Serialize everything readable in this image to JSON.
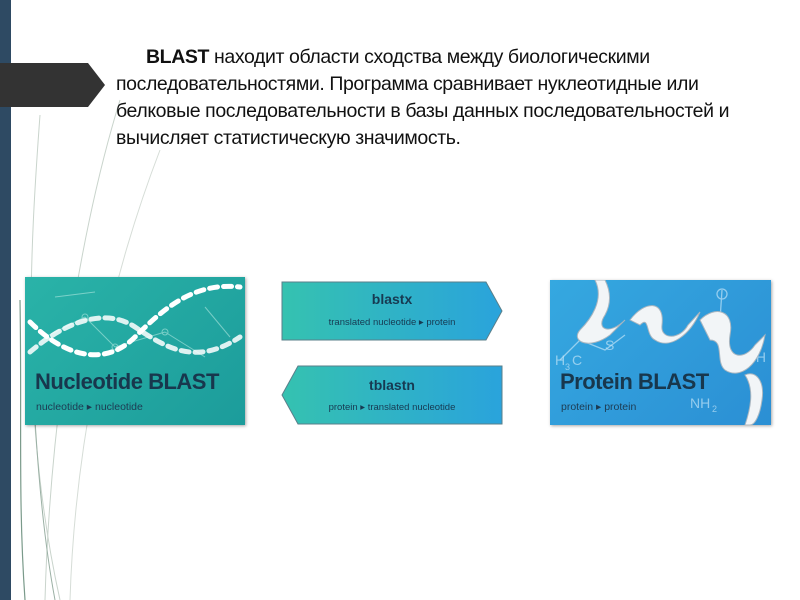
{
  "paragraph": {
    "bold": "BLAST",
    "text": " находит области сходства между биологическими последовательностями. Программа сравнивает нуклеотидные или белковые последовательности в базы данных последовательностей и вычисляет статистическую значимость."
  },
  "nucleotide_card": {
    "title": "Nucleotide BLAST",
    "subtitle": "nucleotide ▸ nucleotide"
  },
  "blastx": {
    "title": "blastx",
    "subtitle": "translated nucleotide ▸ protein"
  },
  "tblastn": {
    "title": "tblastn",
    "subtitle": "protein ▸ translated nucleotide"
  },
  "protein_card": {
    "title": "Protein BLAST",
    "subtitle": "protein ▸ protein"
  },
  "colors": {
    "sidebar": "#2e4a63",
    "tab": "#333333",
    "teal": "#1ea8a0",
    "blue": "#2b9ad8",
    "title_text": "#18374d"
  }
}
